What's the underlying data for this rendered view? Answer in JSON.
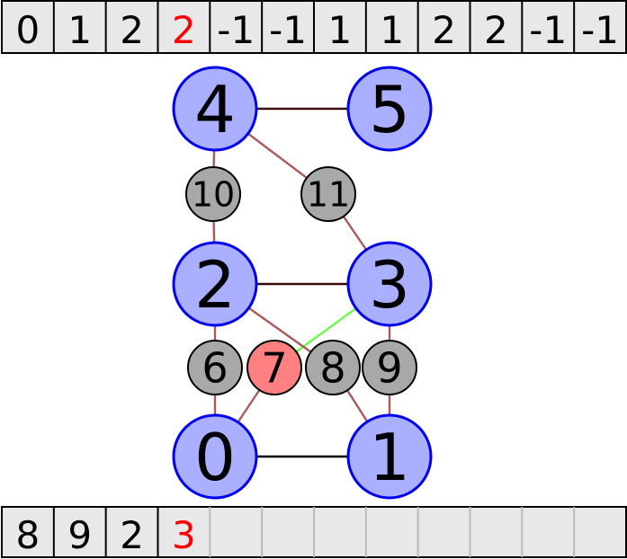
{
  "top_array": {
    "cells": [
      "0",
      "1",
      "2",
      "2",
      "-1",
      "-1",
      "1",
      "1",
      "2",
      "2",
      "-1",
      "-1"
    ],
    "highlight_index": 3
  },
  "bottom_array": {
    "cells": [
      "8",
      "9",
      "2",
      "3",
      "",
      "",
      "",
      "",
      "",
      "",
      "",
      ""
    ],
    "highlight_index": 3
  },
  "graph": {
    "vertices": [
      {
        "label": "0",
        "kind": "vertex"
      },
      {
        "label": "1",
        "kind": "vertex"
      },
      {
        "label": "2",
        "kind": "vertex"
      },
      {
        "label": "3",
        "kind": "vertex"
      },
      {
        "label": "4",
        "kind": "vertex"
      },
      {
        "label": "5",
        "kind": "vertex"
      },
      {
        "label": "6",
        "kind": "edge-node"
      },
      {
        "label": "7",
        "kind": "edge-node-active"
      },
      {
        "label": "8",
        "kind": "edge-node"
      },
      {
        "label": "9",
        "kind": "edge-node"
      },
      {
        "label": "10",
        "kind": "edge-node"
      },
      {
        "label": "11",
        "kind": "edge-node"
      }
    ],
    "edges": [
      {
        "from": "0",
        "to": "1",
        "style": "plain"
      },
      {
        "from": "2",
        "to": "3",
        "style": "dark"
      },
      {
        "from": "4",
        "to": "5",
        "style": "dark"
      },
      {
        "from": "0",
        "to": "2",
        "via": "6",
        "style": "muted"
      },
      {
        "from": "0",
        "to": "3",
        "via": "7",
        "style": "mixed"
      },
      {
        "from": "2",
        "to": "1",
        "via": "8",
        "style": "muted"
      },
      {
        "from": "1",
        "to": "3",
        "via": "9",
        "style": "muted"
      },
      {
        "from": "2",
        "to": "4",
        "via": "10",
        "style": "muted"
      },
      {
        "from": "4",
        "to": "3",
        "via": "11",
        "style": "muted"
      }
    ]
  },
  "colors": {
    "cell_fill": "#e8e8e8",
    "cell_border": "#000000",
    "empty_cell_border": "#bbbbbb",
    "highlight_text": "#ff0000",
    "vertex_fill": "#aab0ff",
    "vertex_stroke": "#0000ee",
    "edge_node_fill": "#a8a8a8",
    "active_node_fill": "#ff8080",
    "edge_plain": "#000000",
    "edge_dark": "#3a0a0a",
    "edge_muted": "#aa5a5a",
    "edge_green": "#66ff44"
  }
}
